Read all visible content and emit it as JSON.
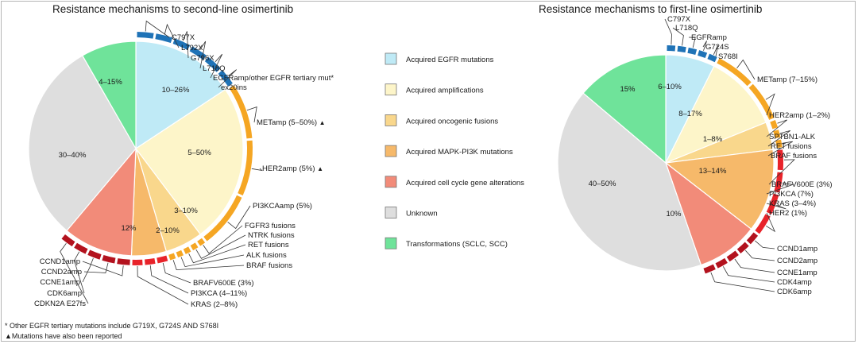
{
  "chart_data": [
    {
      "type": "pie",
      "title": "Resistance mechanisms to second-line osimertinib",
      "slices": [
        {
          "label": "10–26%",
          "value": 18,
          "category": "Acquired EGFR mutations",
          "color": "#bfeaf6"
        },
        {
          "label": "5–50%",
          "value": 27.5,
          "category": "Acquired amplifications",
          "color": "#fdf5c9"
        },
        {
          "label": "3–10%",
          "value": 6.5,
          "category": "Acquired oncogenic fusions",
          "color": "#f9d78c"
        },
        {
          "label": "2–10%",
          "value": 6,
          "category": "Acquired MAPK-PI3K mutations",
          "color": "#f6b96a"
        },
        {
          "label": "12%",
          "value": 12,
          "category": "Acquired cell cycle gene alterations",
          "color": "#f28b79"
        },
        {
          "label": "30–40%",
          "value": 35,
          "category": "Unknown",
          "color": "#dedede"
        },
        {
          "label": "4–15%",
          "value": 9.5,
          "category": "Transformations (SCLC, SCC)",
          "color": "#6fe39a"
        }
      ],
      "mechanisms": [
        {
          "text": "C797X",
          "group": "egfr"
        },
        {
          "text": "L792X",
          "group": "egfr"
        },
        {
          "text": "G796X",
          "group": "egfr"
        },
        {
          "text": "L718Q",
          "group": "egfr"
        },
        {
          "text": "EGFRamp/other EGFR tertiary mut*",
          "group": "egfr"
        },
        {
          "text": "ex20ins",
          "group": "egfr"
        },
        {
          "text": "METamp (5–50%)",
          "group": "amp",
          "mark": "▲"
        },
        {
          "text": "HER2amp (5%)",
          "group": "amp",
          "mark": "▲"
        },
        {
          "text": "PI3KCAamp (5%)",
          "group": "amp"
        },
        {
          "text": "FGFR3 fusions",
          "group": "fusion"
        },
        {
          "text": "NTRK fusions",
          "group": "fusion"
        },
        {
          "text": "RET fusions",
          "group": "fusion"
        },
        {
          "text": "ALK fusions",
          "group": "fusion"
        },
        {
          "text": "BRAF fusions",
          "group": "fusion"
        },
        {
          "text": "BRAFV600E (3%)",
          "group": "mapk"
        },
        {
          "text": "PI3KCA (4–11%)",
          "group": "mapk"
        },
        {
          "text": "KRAS (2–8%)",
          "group": "mapk"
        },
        {
          "text": "CDKN2A E27fs",
          "group": "cell"
        },
        {
          "text": "CDK6amp",
          "group": "cell"
        },
        {
          "text": "CCNE1amp",
          "group": "cell"
        },
        {
          "text": "CCND2amp",
          "group": "cell"
        },
        {
          "text": "CCND1amp",
          "group": "cell"
        }
      ]
    },
    {
      "type": "pie",
      "title": "Resistance mechanisms to first-line osimertinib",
      "slices": [
        {
          "label": "6–10%",
          "value": 8,
          "category": "Acquired EGFR mutations",
          "color": "#bfeaf6"
        },
        {
          "label": "8–17%",
          "value": 12.5,
          "category": "Acquired amplifications",
          "color": "#fdf5c9"
        },
        {
          "label": "1–8%",
          "value": 4.5,
          "category": "Acquired oncogenic fusions",
          "color": "#f9d78c"
        },
        {
          "label": "13–14%",
          "value": 13.5,
          "category": "Acquired MAPK-PI3K mutations",
          "color": "#f6b96a"
        },
        {
          "label": "10%",
          "value": 10,
          "category": "Acquired cell cycle gene alterations",
          "color": "#f28b79"
        },
        {
          "label": "40–50%",
          "value": 45,
          "category": "Unknown",
          "color": "#dedede"
        },
        {
          "label": "15%",
          "value": 15,
          "category": "Transformations (SCLC, SCC)",
          "color": "#6fe39a"
        }
      ],
      "mechanisms": [
        {
          "text": "C797X",
          "group": "egfr"
        },
        {
          "text": "L718Q",
          "group": "egfr"
        },
        {
          "text": "EGFRamp",
          "group": "egfr"
        },
        {
          "text": "G724S",
          "group": "egfr"
        },
        {
          "text": "S768I",
          "group": "egfr"
        },
        {
          "text": "METamp (7–15%)",
          "group": "amp"
        },
        {
          "text": "HER2amp (1–2%)",
          "group": "amp"
        },
        {
          "text": "SPTBN1-ALK",
          "group": "fusion"
        },
        {
          "text": "RET fusions",
          "group": "fusion"
        },
        {
          "text": "BRAF fusions",
          "group": "fusion"
        },
        {
          "text": "BRAFV600E (3%)",
          "group": "mapk"
        },
        {
          "text": "PI3KCA (7%)",
          "group": "mapk"
        },
        {
          "text": "KRAS (3–4%)",
          "group": "mapk"
        },
        {
          "text": "HER2 (1%)",
          "group": "mapk"
        },
        {
          "text": "CCND1amp",
          "group": "cell"
        },
        {
          "text": "CCND2amp",
          "group": "cell"
        },
        {
          "text": "CCNE1amp",
          "group": "cell"
        },
        {
          "text": "CDK4amp",
          "group": "cell"
        },
        {
          "text": "CDK6amp",
          "group": "cell"
        }
      ]
    }
  ],
  "legend": [
    {
      "label": "Acquired EGFR mutations",
      "color": "#bfeaf6"
    },
    {
      "label": "Acquired amplifications",
      "color": "#fdf5c9"
    },
    {
      "label": "Acquired oncogenic fusions",
      "color": "#f9d78c"
    },
    {
      "label": "Acquired MAPK-PI3K mutations",
      "color": "#f6b96a"
    },
    {
      "label": "Acquired cell cycle gene alterations",
      "color": "#f28b79"
    },
    {
      "label": "Unknown",
      "color": "#dedede"
    },
    {
      "label": "Transformations (SCLC, SCC)",
      "color": "#6fe39a"
    }
  ],
  "footnotes": [
    "* Other EGFR tertiary mutations include G719X, G724S AND S768I",
    "▲Mutations have also been reported"
  ],
  "colors": {
    "egfr": "#1f73b7",
    "amp": "#f5a623",
    "fusion": "#f5a623",
    "mapk": "#e8232a",
    "cell": "#b3121e",
    "leader": "#333333"
  }
}
